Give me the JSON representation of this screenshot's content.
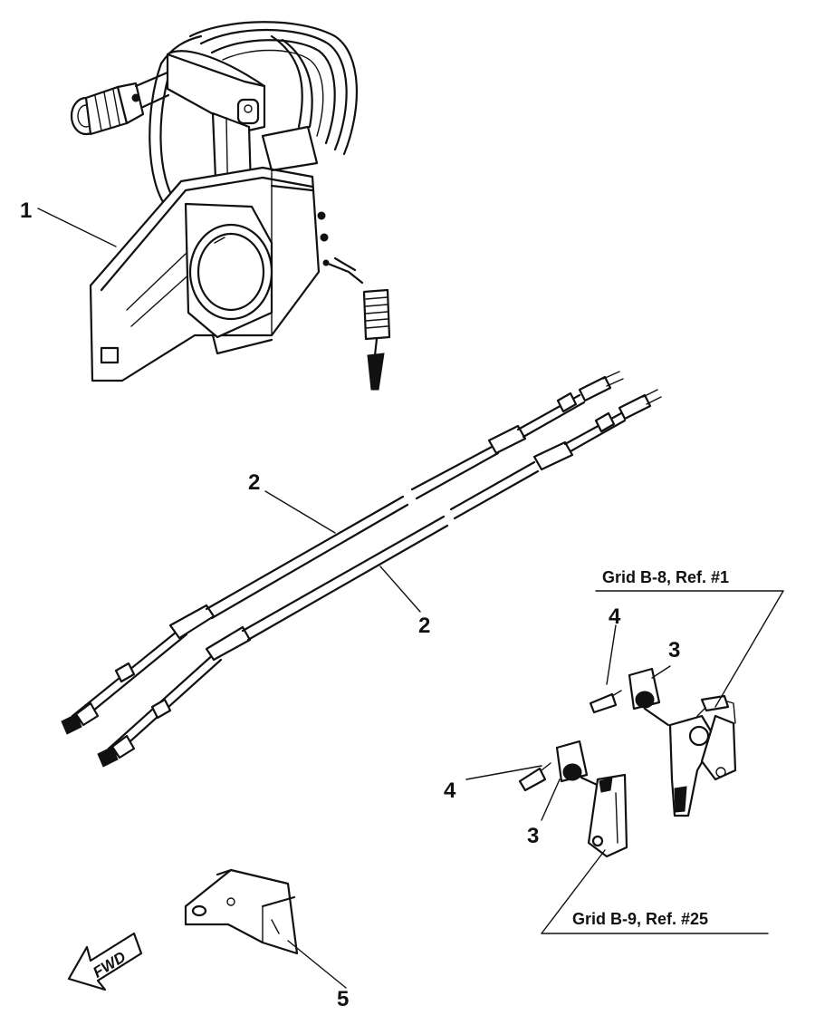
{
  "callouts": {
    "part1": "1",
    "part2_upper": "2",
    "part2_lower": "2",
    "part3_upper": "3",
    "part3_lower": "3",
    "part4_upper": "4",
    "part4_lower": "4",
    "part5": "5"
  },
  "references": {
    "upper": "Grid B-8, Ref. #1",
    "lower": "Grid B-9, Ref. #25"
  },
  "direction_arrow": {
    "label": "FWD"
  }
}
